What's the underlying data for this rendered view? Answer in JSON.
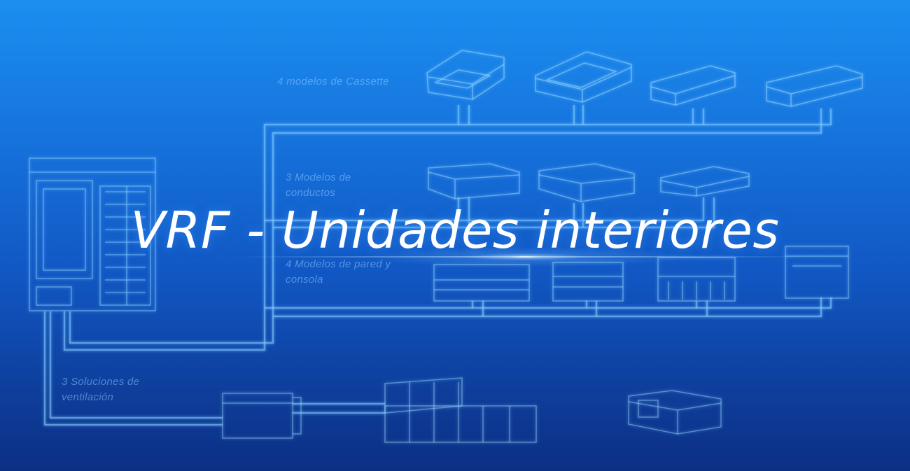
{
  "title": "VRF - Unidades interiores",
  "labels": {
    "cassette": "4 modelos de Cassette",
    "ducts": "3 Modelos de conductos",
    "wall": "4 Modelos de pared y consola",
    "ventilation": "3 Soluciones de ventilación"
  },
  "colors": {
    "background_top": "#1b8ff0",
    "background_bottom": "#0c2f84",
    "schematic_line": "#7cc4ff",
    "title": "#ffffff"
  }
}
